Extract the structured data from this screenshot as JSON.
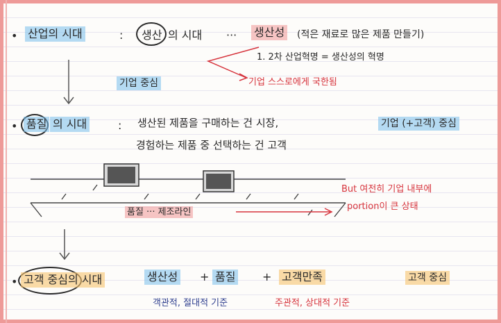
{
  "row1": {
    "bullet": "•",
    "era": "산업의 시대",
    "colon": ":",
    "production": "생산",
    "era_suffix": "의 시대",
    "dots": "···",
    "productivity": "생산성",
    "productivity_note": "(적은 재료로 많은 제품 만들기)",
    "revolution_note": "1. 2차 산업혁명 = 생산성의 혁명",
    "company_center": "기업 중심",
    "company_self": "기업 스스로에게 국한됨"
  },
  "row2": {
    "bullet": "•",
    "quality": "품질",
    "era_suffix": "의 시대",
    "colon": ":",
    "line1": "생산된 제품을 구매하는 건 시장,",
    "line2": "경험하는 제품 중 선택하는 건 고객",
    "company_customer": "기업 (+고객) 중심",
    "production_line": "품질 ··· 제조라인",
    "but_note_1": "But 여전히 기업 내부에",
    "but_note_2": "portion이 큰 상태"
  },
  "row3": {
    "bullet": "•",
    "era": "고객 중심의 시대",
    "productivity": "생산성",
    "plus1": "+",
    "quality": "품질",
    "plus2": "+",
    "satisfaction": "고객만족",
    "customer_center": "고객 중심",
    "objective_note": "객관적, 절대적 기준",
    "subjective_note": "주관적, 상대적 기준"
  },
  "colors": {
    "border": "#ee9a98",
    "blue_highlight": "#78beeb",
    "pink_highlight": "#f09696",
    "orange_highlight": "#f7c36e",
    "red_ink": "#d6333c",
    "navy_ink": "#2f3f8f"
  }
}
